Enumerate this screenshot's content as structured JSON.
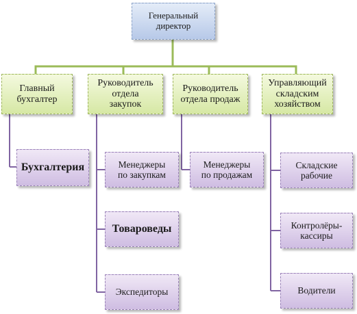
{
  "colors": {
    "top_fill": "#c2d3ee",
    "level1_fill": "#dbeaaa",
    "level2_fill": "#d4c3e6",
    "line_green": "#9bbb59",
    "line_purple": "#8064a2"
  },
  "chart": {
    "top": "Генеральный\nдиректор",
    "level1": [
      {
        "label": "Главный\nбухгалтер"
      },
      {
        "label": "Руководитель\nотдела\nзакупок"
      },
      {
        "label": "Руководитель\nотдела продаж"
      },
      {
        "label": "Управляющий\nскладским\nхозяйством"
      }
    ],
    "level2": {
      "accounting": "Бухгалтерия",
      "procurement": [
        "Менеджеры\nпо закупкам",
        "Товароведы",
        "Экспедиторы"
      ],
      "sales": [
        "Менеджеры\nпо продажам"
      ],
      "warehouse": [
        "Складские\nрабочие",
        "Контролёры-\nкассиры",
        "Водители"
      ]
    }
  }
}
